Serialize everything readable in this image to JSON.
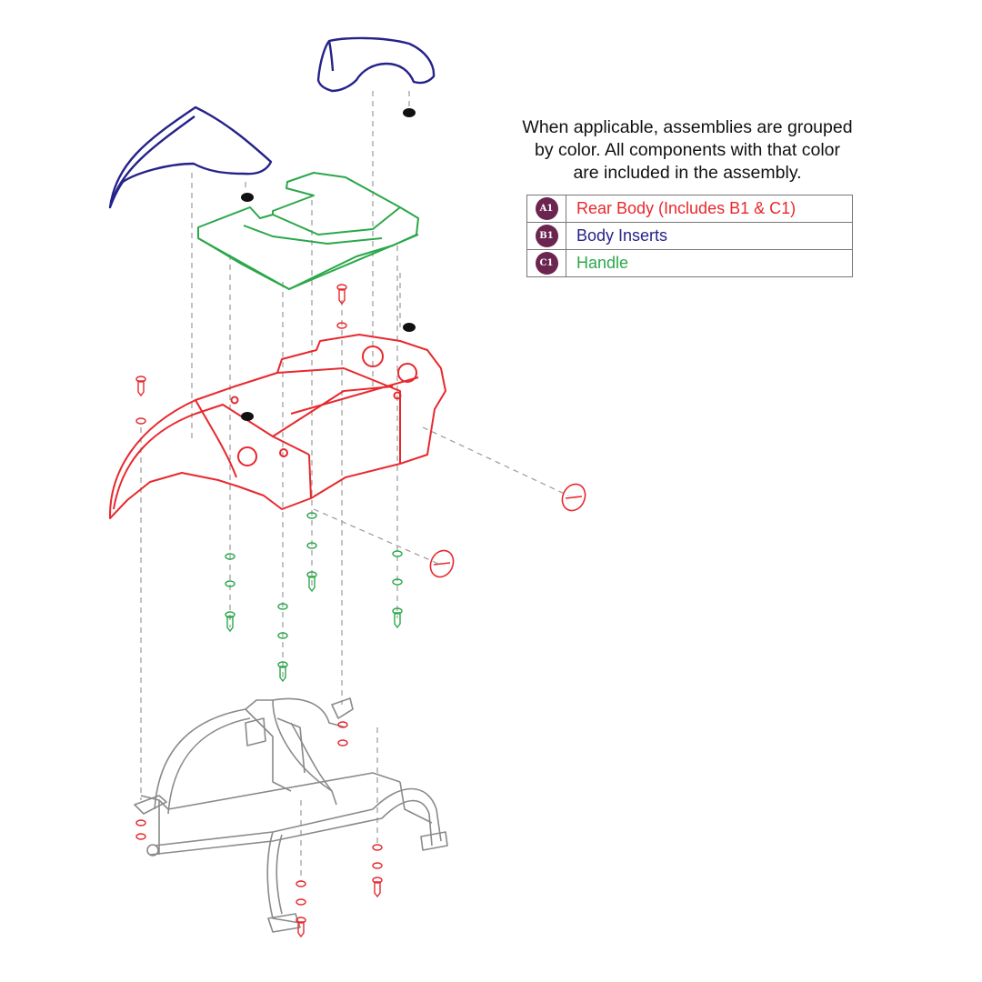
{
  "note": {
    "lines": [
      "When applicable, assemblies are grouped",
      "by color. All components with that color",
      "are included in the assembly."
    ]
  },
  "legend": [
    {
      "badge": "A1",
      "label": "Rear Body (Includes B1 & C1)",
      "color": "#e8282d"
    },
    {
      "badge": "B1",
      "label": "Body Inserts",
      "color": "#25238a"
    },
    {
      "badge": "C1",
      "label": "Handle",
      "color": "#2aa84a"
    }
  ],
  "colors": {
    "badge_fill": "#6b2550",
    "rear_body": "#e8282d",
    "body_inserts": "#25238a",
    "handle": "#2aa84a",
    "frame": "#8a8a8a",
    "leader_line": "#9a9a9a"
  },
  "icons": [
    "screw-icon",
    "washer-icon",
    "plug-icon",
    "cap-icon"
  ]
}
